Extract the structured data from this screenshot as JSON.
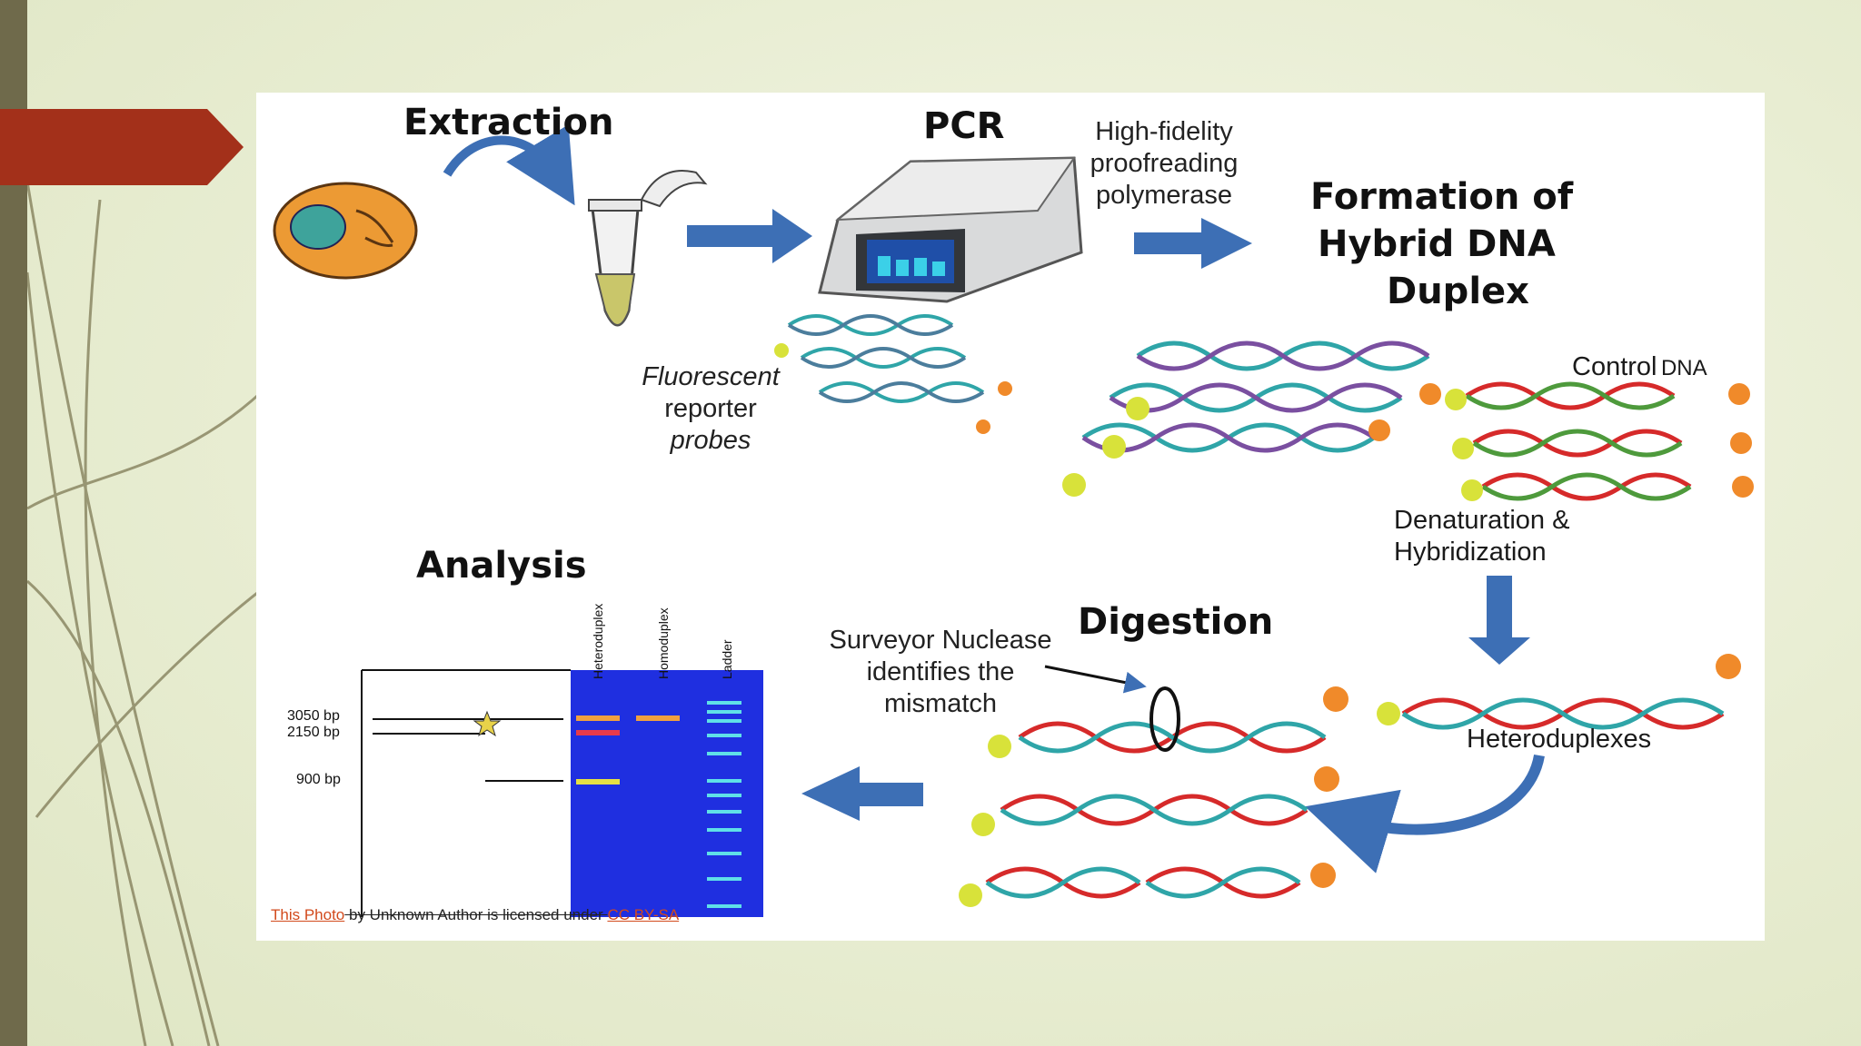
{
  "slide": {
    "accent_color": "#a3301a",
    "bar_color": "#6f6a4b"
  },
  "figure": {
    "steps": {
      "extraction": "Extraction",
      "pcr": "PCR",
      "formation_line1": "Formation of",
      "formation_line2": "Hybrid DNA",
      "formation_line3": "Duplex",
      "digestion": "Digestion",
      "analysis": "Analysis"
    },
    "labels": {
      "polymerase_line1": "High-fidelity",
      "polymerase_line2": "proofreading",
      "polymerase_line3": "polymerase",
      "probes_line1": "Fluorescent",
      "probes_line2": "reporter",
      "probes_line3": "probes",
      "control_dna_a": "Control",
      "control_dna_b": "DNA",
      "denaturation_line1": "Denaturation &",
      "denaturation_line2": "Hybridization",
      "heteroduplexes": "Heteroduplexes",
      "nuclease_line1": "Surveyor Nuclease",
      "nuclease_line2": "identifies the",
      "nuclease_line3": "mismatch"
    },
    "gel": {
      "columns": [
        "Heteroduplex",
        "Homoduplex",
        "Ladder"
      ],
      "sizes": [
        "3050 bp",
        "2150 bp",
        "900 bp"
      ]
    }
  },
  "credit": {
    "link1": "This Photo",
    "middle": " by Unknown Author is licensed under ",
    "link2": "CC BY-SA"
  }
}
